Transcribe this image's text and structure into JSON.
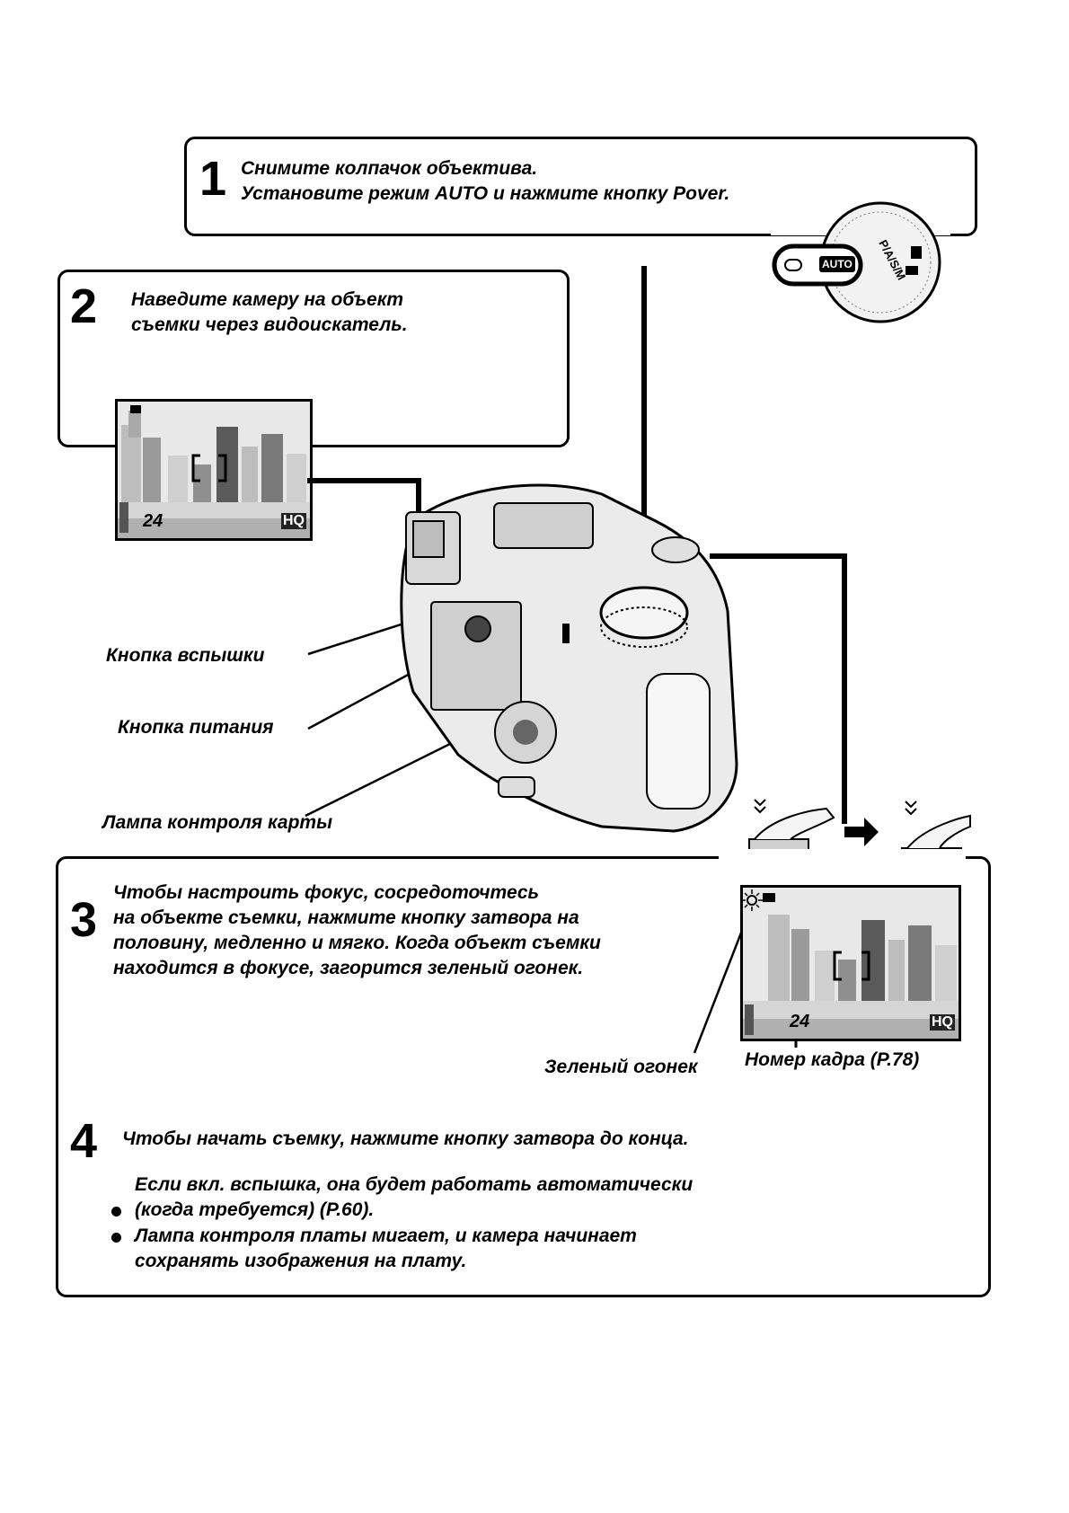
{
  "step1": {
    "number": "1",
    "text": "Снимите колпачок объектива.\nУстановите режим  AUTO и нажмите кнопку Pover."
  },
  "step2": {
    "number": "2",
    "text": "Наведите камеру на объект\nсъемки через видоискатель."
  },
  "callouts": {
    "flash_button": "Кнопка вспышки",
    "power_button": "Кнопка питания",
    "card_lamp": "Лампа контроля карты"
  },
  "step3": {
    "number": "3",
    "text": "Чтобы настроить фокус, сосредоточтесь\nна объекте съемки, нажмите кнопку затвора на\nполовину, медленно и мягко. Когда объект съемки\nнаходится в фокусе, загорится зеленый огонек.",
    "green_light_label": "Зеленый огонек",
    "frame_number_label": "Номер кадра (P.78)"
  },
  "step4": {
    "number": "4",
    "text": "Чтобы начать съемку, нажмите кнопку затвора до конца.",
    "bullets": [
      "Если вкл. вспышка, она будет работать автоматически\n(когда требуется) (P.60).",
      "Лампа контроля платы мигает, и камера начинает\nсохранять изображения на плату."
    ]
  },
  "viewfinder": {
    "frame_count": "24",
    "quality": "HQ"
  },
  "mode_dial": {
    "auto_label": "AUTO",
    "mode_labels": [
      "P/A/S/M"
    ]
  }
}
